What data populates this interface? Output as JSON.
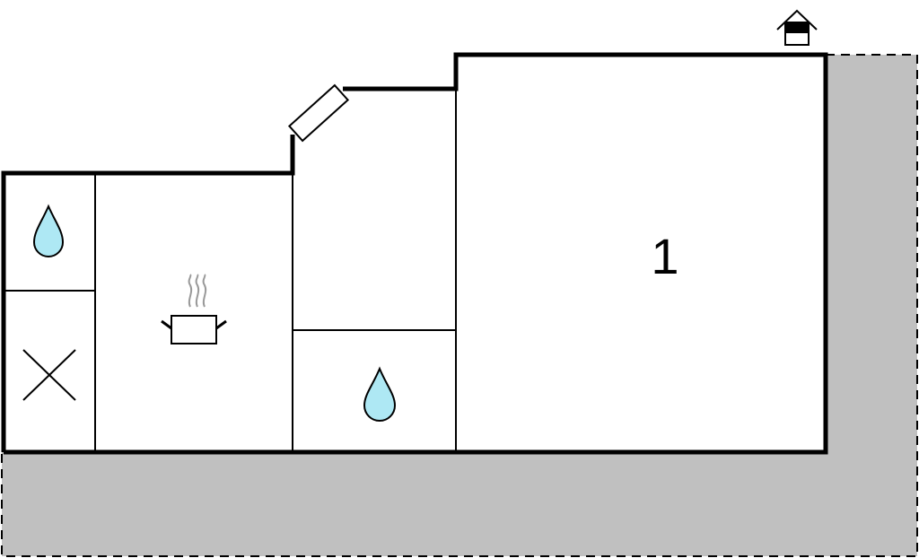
{
  "floorplan": {
    "rooms": [
      {
        "id": "bathroom-left",
        "icon": "water-drop-icon"
      },
      {
        "id": "storage-room",
        "icon": "cross-icon"
      },
      {
        "id": "kitchen",
        "icon": "cooking-pot-icon"
      },
      {
        "id": "hallway"
      },
      {
        "id": "bathroom-center",
        "icon": "water-drop-icon"
      },
      {
        "id": "bedroom",
        "label": "1"
      }
    ],
    "entrance_icon": "house-entrance-icon",
    "window_icon": "angled-window-icon",
    "colors": {
      "terrace": "#c0c0c0",
      "water": "#aee8f4",
      "wall": "#000000",
      "steam": "#999999"
    }
  }
}
